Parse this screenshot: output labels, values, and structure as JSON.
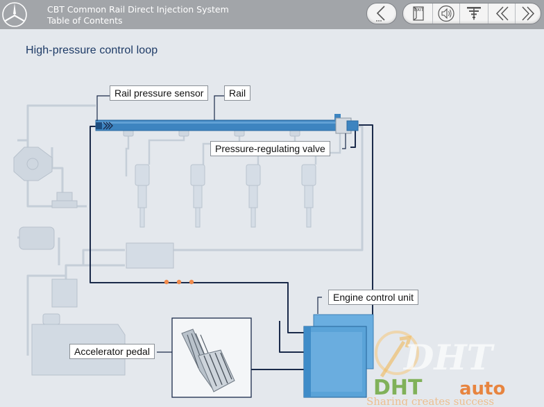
{
  "header": {
    "title": "CBT Common Rail Direct Injection System",
    "subtitle": "Table of Contents",
    "buttons": {
      "back_icon": "chevron-left-icon",
      "exit_label": "EXIT",
      "exit_icon": "exit-icon",
      "sound_icon": "speaker-icon",
      "menu_icon": "menu-tree-icon",
      "previous_icon": "double-chevron-left-icon",
      "next_icon": "double-chevron-right-icon"
    }
  },
  "page": {
    "title": "High-pressure control loop"
  },
  "diagram": {
    "labels": {
      "rail_pressure_sensor": "Rail pressure sensor",
      "rail": "Rail",
      "pressure_regulating_valve": "Pressure-regulating valve",
      "engine_control_unit": "Engine control unit",
      "accelerator_pedal": "Accelerator pedal"
    }
  },
  "watermark": {
    "brand_left": "DHT",
    "brand_right": "auto",
    "slogan": "Sharing creates success"
  },
  "colors": {
    "header_bg": "#a2a5a9",
    "page_bg": "#e4e8ed",
    "title_color": "#1d3a66",
    "rail_blue": "#3d84c0",
    "signal_line": "#1a2a4a",
    "pipe_line": "#c2ccd6",
    "ecu_blue": "#5aa3d8",
    "indicator_orange": "#f08a4b"
  }
}
